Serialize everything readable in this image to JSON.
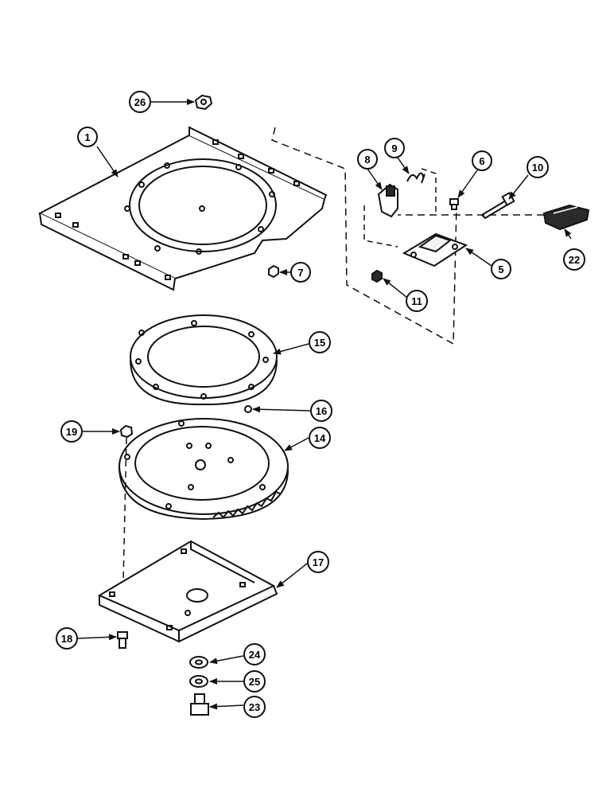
{
  "diagram": {
    "callouts": {
      "c1": "1",
      "c5": "5",
      "c6": "6",
      "c7": "7",
      "c8": "8",
      "c9": "9",
      "c10": "10",
      "c11": "11",
      "c14": "14",
      "c15": "15",
      "c16": "16",
      "c17": "17",
      "c18": "18",
      "c19": "19",
      "c22": "22",
      "c23": "23",
      "c24": "24",
      "c25": "25",
      "c26": "26"
    }
  },
  "colors": {
    "ink": "#111111",
    "paper": "#ffffff",
    "fill": "#f4f4f4",
    "dark": "#2a2a2a"
  }
}
